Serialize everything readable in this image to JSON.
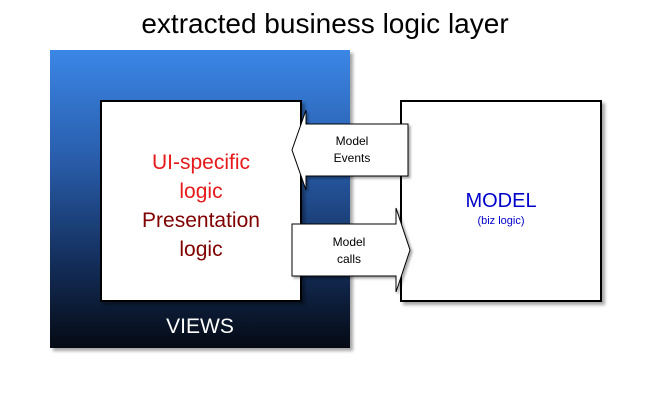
{
  "title": "extracted business logic layer",
  "views": {
    "label": "VIEWS",
    "inner": {
      "line1": "UI-specific",
      "line2": "logic",
      "line3": "Presentation",
      "line4": "logic"
    }
  },
  "model": {
    "title": "MODEL",
    "subtitle": "(biz logic)"
  },
  "arrows": {
    "events": {
      "line1": "Model",
      "line2": "Events"
    },
    "calls": {
      "line1": "Model",
      "line2": "calls"
    }
  },
  "colors": {
    "views_gradient_top": "#3b86e6",
    "views_gradient_bottom": "#050a14",
    "ui_specific_text": "#e61a1a",
    "presentation_text": "#800000",
    "model_text": "#0000cc"
  }
}
